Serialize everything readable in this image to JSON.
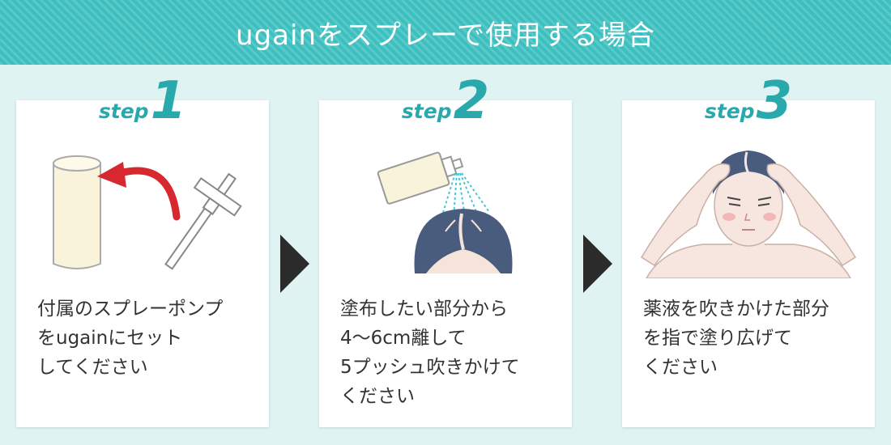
{
  "title": "ugainをスプレーで使用する場合",
  "step_word": "step",
  "steps": [
    {
      "number": "1",
      "lines": [
        "付属のスプレーポンプ",
        "をugainにセット",
        "してください"
      ]
    },
    {
      "number": "2",
      "lines": [
        "塗布したい部分から",
        "4〜6cm離して",
        "5プッシュ吹きかけて",
        "ください"
      ]
    },
    {
      "number": "3",
      "lines": [
        "薬液を吹きかけた部分",
        "を指で塗り広げて",
        "ください"
      ]
    }
  ],
  "colors": {
    "accent": "#3cbfbf",
    "step_text": "#2aa9ad",
    "background": "#dff3f3",
    "arrow": "#2b2b2b",
    "curved_arrow": "#d8282f"
  }
}
